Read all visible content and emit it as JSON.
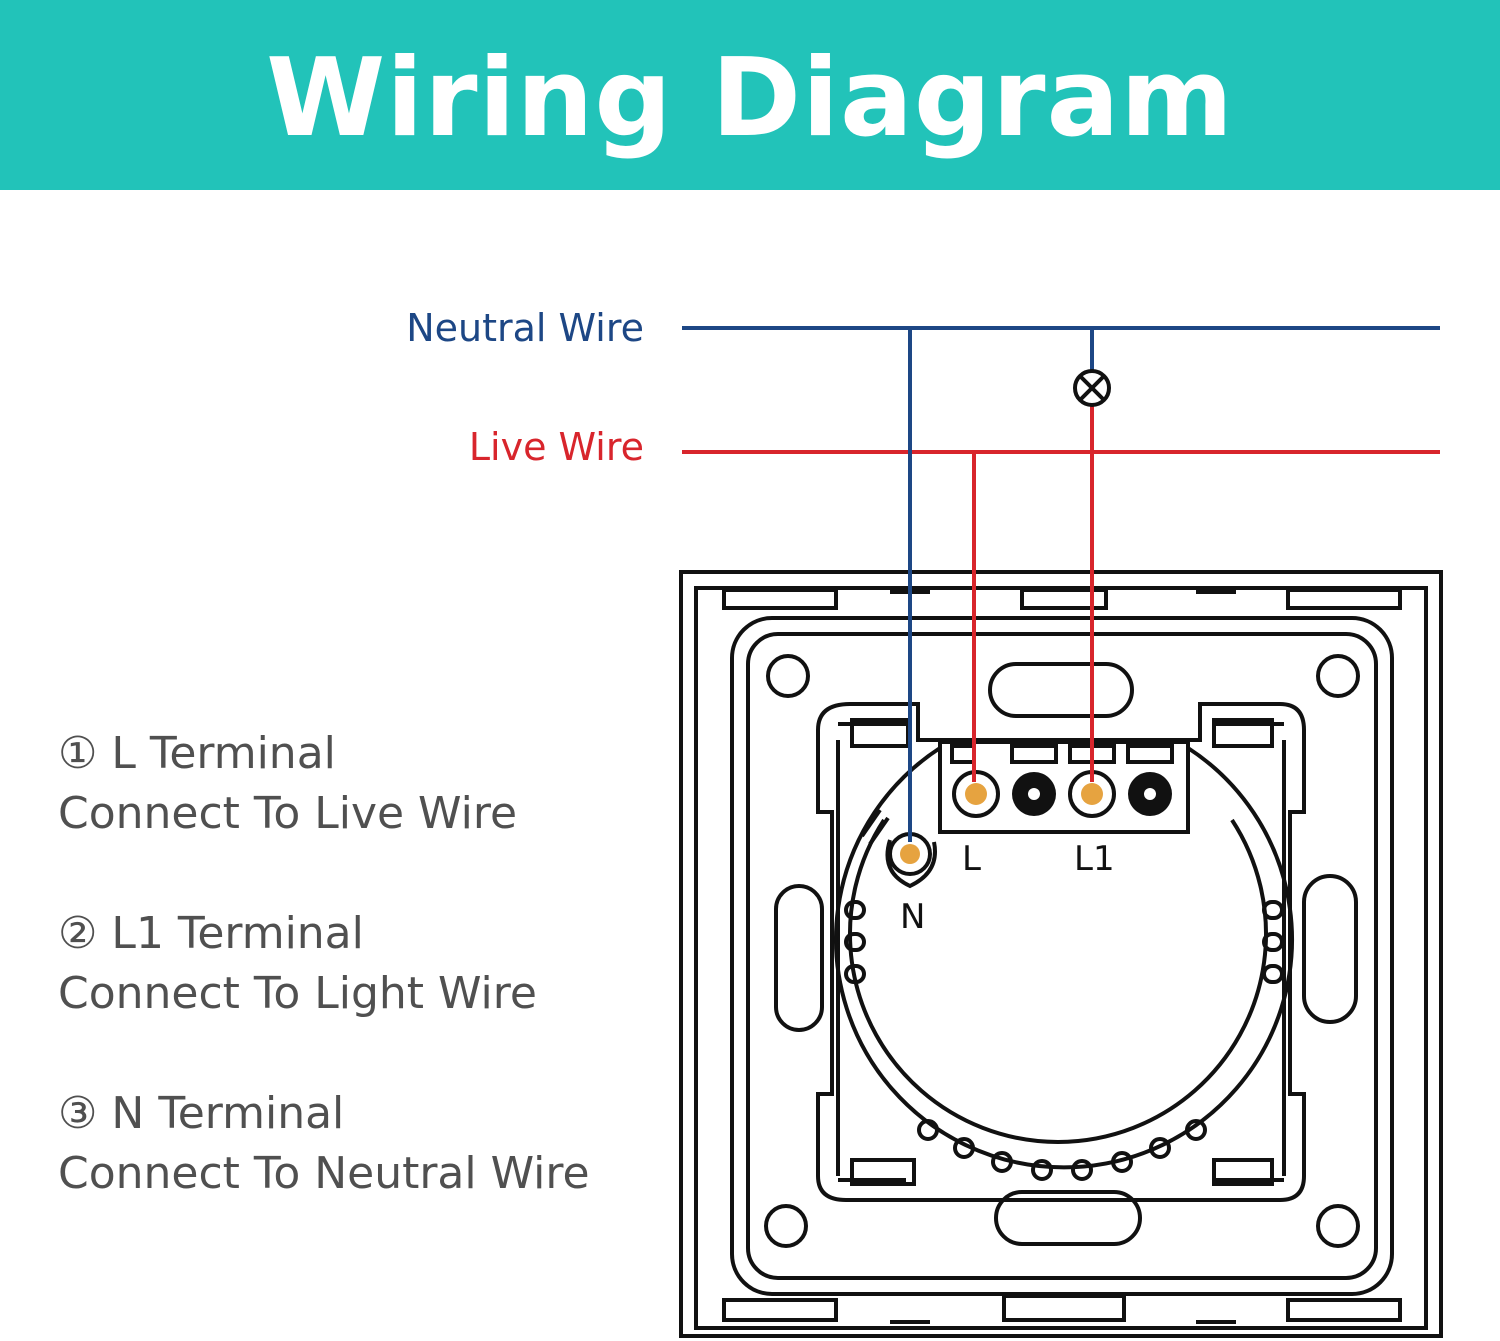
{
  "header": {
    "title": "Wiring Diagram"
  },
  "wires": {
    "neutral_label": "Neutral Wire",
    "live_label": "Live Wire",
    "neutral_color": "#1d4785",
    "live_color": "#d8252c"
  },
  "terminals": {
    "l": "L",
    "l1": "L1",
    "n": "N"
  },
  "notes": [
    {
      "title": "① L Terminal",
      "desc": "Connect To Live Wire"
    },
    {
      "title": "② L1 Terminal",
      "desc": "Connect To Light Wire"
    },
    {
      "title": "③ N Terminal",
      "desc": "Connect To Neutral Wire"
    }
  ],
  "colors": {
    "header_bg": "#22c3b9",
    "note_text": "#505050",
    "terminal_fill": "#e6a340"
  },
  "icons": [
    "lamp-icon"
  ]
}
